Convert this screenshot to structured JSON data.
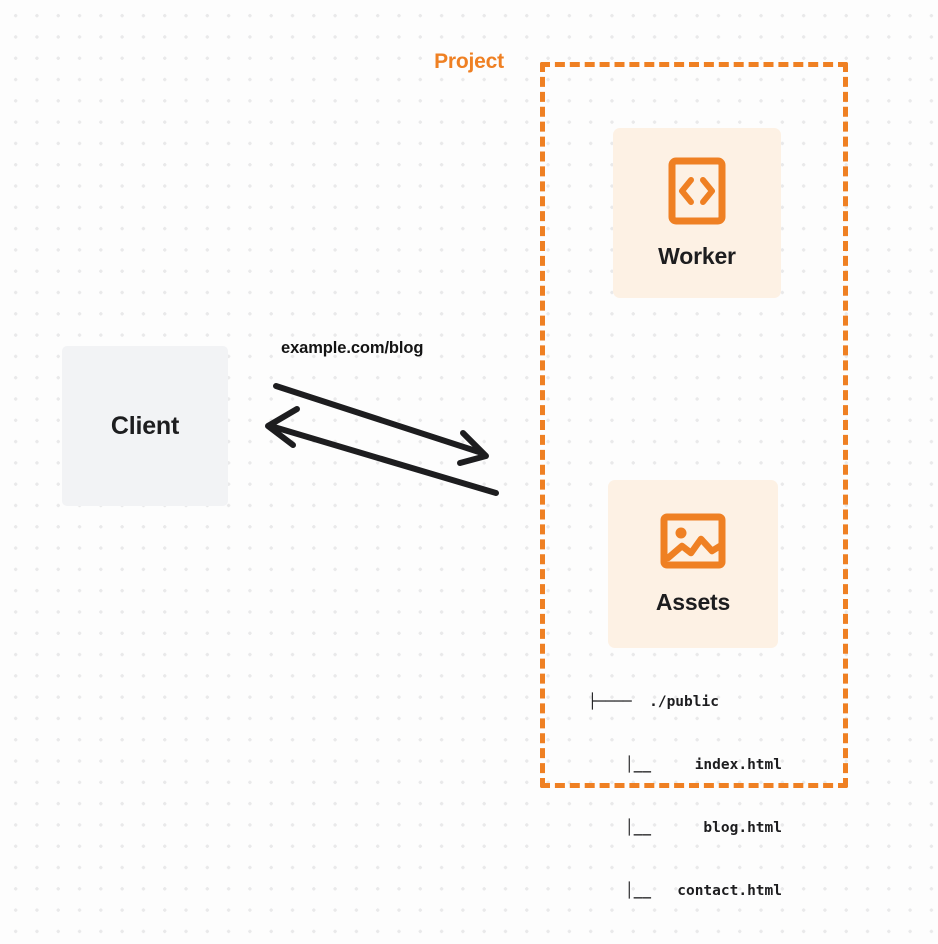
{
  "diagram": {
    "title_hidden": "",
    "colors": {
      "accent_orange": "#ef8023",
      "card_cream": "#fdf1e4",
      "client_gray": "#f2f3f5",
      "text_dark": "#1d1d1f",
      "canvas": "#fdfdfd",
      "dot_grid": "#e9e9ea"
    },
    "client": {
      "label": "Client"
    },
    "edge": {
      "label": "example.com/blog",
      "direction": "bidirectional"
    },
    "project": {
      "title": "Project",
      "nodes": [
        {
          "id": "worker",
          "label": "Worker",
          "icon": "code-brackets-icon"
        },
        {
          "id": "assets",
          "label": "Assets",
          "icon": "image-icon"
        }
      ],
      "file_tree": [
        {
          "prefix": "├─── ",
          "name": "./public",
          "level": 0
        },
        {
          "prefix": "│__ ",
          "name": "index.html",
          "level": 1
        },
        {
          "prefix": "│__ ",
          "name": "blog.html",
          "level": 1
        },
        {
          "prefix": "│__ ",
          "name": "contact.html",
          "level": 1
        }
      ],
      "file_tree_lines": [
        "├────  ./public",
        "│__     index.html",
        "│__      blog.html",
        "│__   contact.html"
      ]
    }
  }
}
